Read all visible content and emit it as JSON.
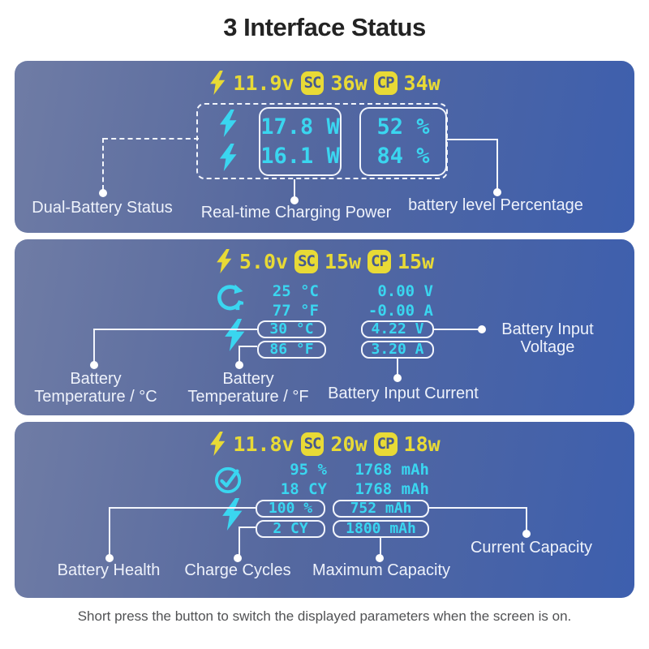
{
  "title": "3 Interface Status",
  "caption": "Short press the button to switch the displayed parameters when the screen is on.",
  "colors": {
    "panel_gradient_start": "#6f7ca5",
    "panel_gradient_end": "#3d5fae",
    "lcd_yellow": "#e8da36",
    "lcd_cyan": "#3ad6f0",
    "callout_white": "#f2f5fc",
    "title_color": "#232323",
    "caption_color": "#515254"
  },
  "panels": [
    {
      "header": {
        "voltage": "11.9v",
        "sc_label": "SC",
        "sc_watts": "36w",
        "cp_label": "CP",
        "cp_watts": "34w"
      },
      "display": {
        "power_top": "17.8 W",
        "power_bottom": "16.1 W",
        "percent_top": "52 %",
        "percent_bottom": "84 %"
      },
      "labels": {
        "dual_battery_status": "Dual-Battery Status",
        "realtime_charging_power": "Real-time Charging Power",
        "battery_level_percentage": "battery level Percentage"
      }
    },
    {
      "header": {
        "voltage": "5.0v",
        "sc_label": "SC",
        "sc_watts": "15w",
        "cp_label": "CP",
        "cp_watts": "15w"
      },
      "display": {
        "temp_c": "25 °C",
        "temp_f": "77 °F",
        "input_v": "0.00 V",
        "input_a": "-0.00 A",
        "boxed_temp_c": "30 °C",
        "boxed_temp_f": "86 °F",
        "boxed_input_v": "4.22 V",
        "boxed_input_a": "3.20 A"
      },
      "labels": {
        "temp_c_line1": "Battery",
        "temp_c_line2": "Temperature / °C",
        "temp_f_line1": "Battery",
        "temp_f_line2": "Temperature / °F",
        "input_current": "Battery Input Current",
        "input_voltage_line1": "Battery Input",
        "input_voltage_line2": "Voltage"
      }
    },
    {
      "header": {
        "voltage": "11.8v",
        "sc_label": "SC",
        "sc_watts": "20w",
        "cp_label": "CP",
        "cp_watts": "18w"
      },
      "display": {
        "health_pct": "95 %",
        "cycles": "18 CY",
        "cap_row1": "1768 mAh",
        "cap_row2": "1768 mAh",
        "boxed_health_pct": "100 %",
        "boxed_cycles": "2 CY",
        "boxed_current_cap": "752 mAh",
        "boxed_max_cap": "1800 mAh"
      },
      "labels": {
        "battery_health": "Battery Health",
        "charge_cycles": "Charge Cycles",
        "maximum_capacity": "Maximum Capacity",
        "current_capacity": "Current Capacity"
      }
    }
  ]
}
